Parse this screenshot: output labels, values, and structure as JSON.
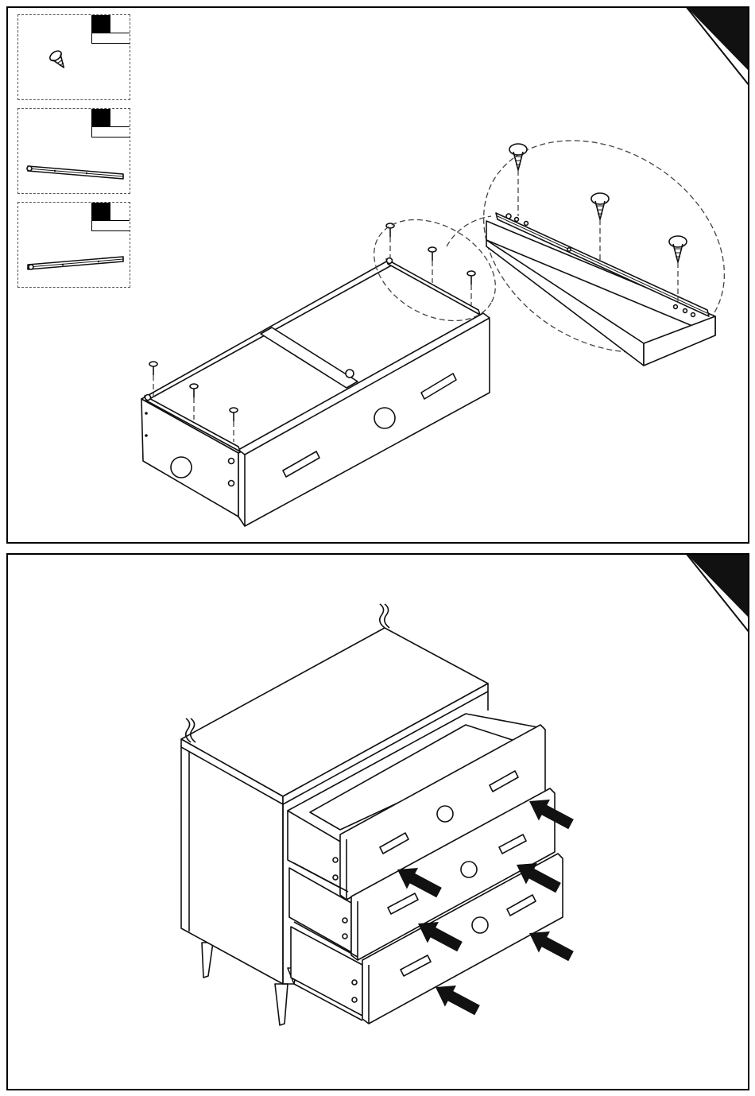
{
  "manual": {
    "step_panels": [
      {
        "id": "attach-slides",
        "parts": [
          {
            "name": "screw",
            "icon": "screw-icon"
          },
          {
            "name": "drawer-slide-left",
            "icon": "drawer-slide-icon"
          },
          {
            "name": "drawer-slide-right",
            "icon": "drawer-slide-icon"
          }
        ]
      },
      {
        "id": "insert-drawers",
        "arrow_count": 6
      }
    ],
    "colors": {
      "line": "#111111",
      "background": "#ffffff",
      "fill": "#000000"
    }
  }
}
